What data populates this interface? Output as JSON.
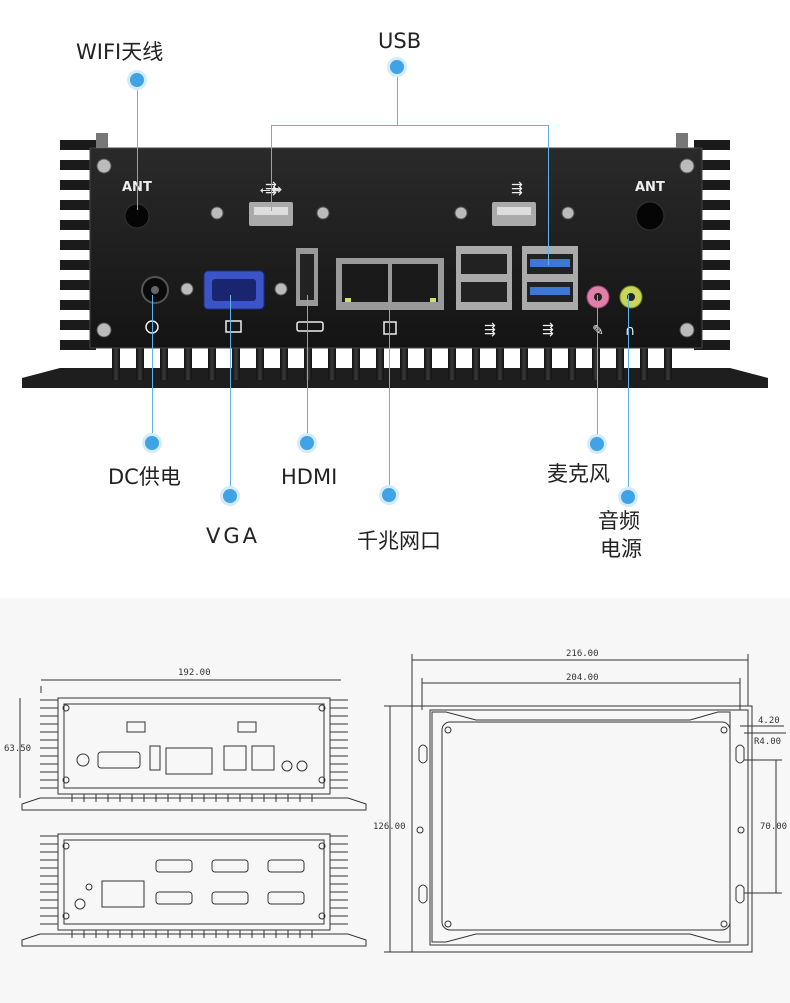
{
  "callouts": {
    "wifi": "WIFI天线",
    "usb": "USB",
    "dc": "DC供电",
    "hdmi": "HDMI",
    "vga": "VGA",
    "lan": "千兆网口",
    "mic": "麦克风",
    "audio_line1": "音频",
    "audio_line2": "电源"
  },
  "panel": {
    "ant_left": "ANT",
    "ant_right": "ANT"
  },
  "drawings": {
    "front_width": "192.00",
    "front_height": "63.50",
    "plan_outer_width": "216.00",
    "plan_inner_width": "204.00",
    "plan_height": "126.00",
    "plan_offset": "4.20",
    "plan_radius": "R4.00",
    "plan_slot_span": "70.00"
  }
}
